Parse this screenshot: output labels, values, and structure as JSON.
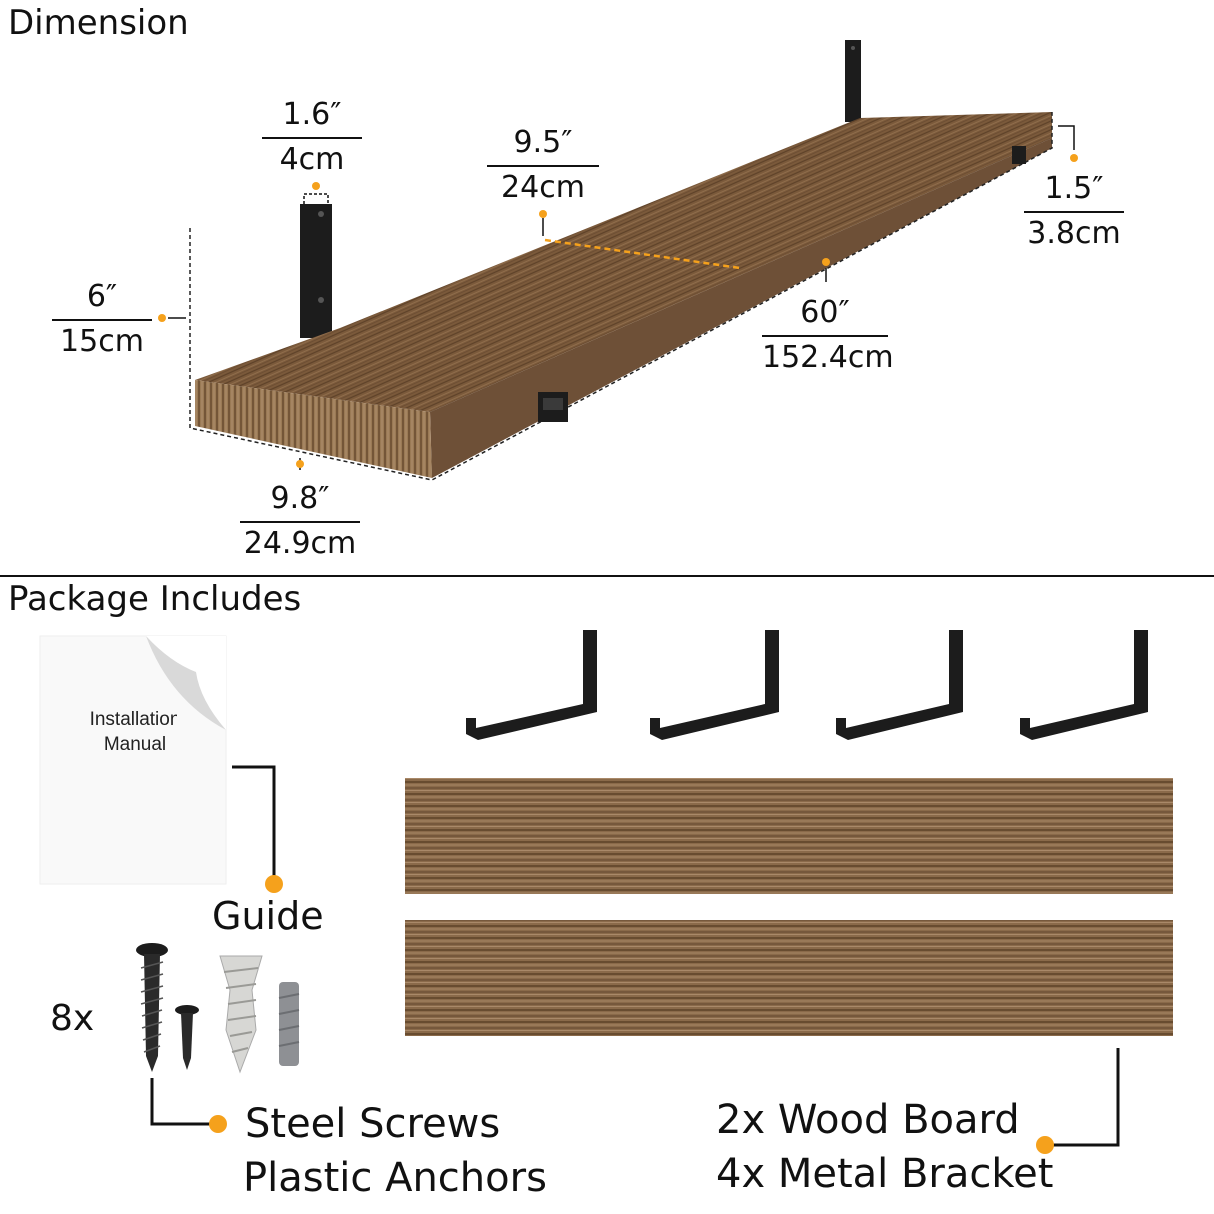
{
  "sections": {
    "dimension_title": "Dimension",
    "package_title": "Package Includes"
  },
  "dimensions": {
    "thickness_bracket": {
      "imperial": "1.6″",
      "metric": "4cm"
    },
    "depth_middle": {
      "imperial": "9.5″",
      "metric": "24cm"
    },
    "bracket_width": {
      "imperial": "1.5″",
      "metric": "3.8cm"
    },
    "height": {
      "imperial": "6″",
      "metric": "15cm"
    },
    "length": {
      "imperial": "60″",
      "metric": "152.4cm"
    },
    "depth_front": {
      "imperial": "9.8″",
      "metric": "24.9cm"
    }
  },
  "package": {
    "manual_text_line1": "Installation",
    "manual_text_line2": "Manual",
    "guide_label": "Guide",
    "screws_count": "8x",
    "screws_label_line1": "Steel Screws",
    "screws_label_line2": "Plastic Anchors",
    "boards_label_line1": "2x Wood Board",
    "boards_label_line2": "4x Metal Bracket"
  },
  "colors": {
    "accent": "#F5A11C",
    "wood": "#7a5a3c",
    "metal": "#1c1c1c"
  }
}
